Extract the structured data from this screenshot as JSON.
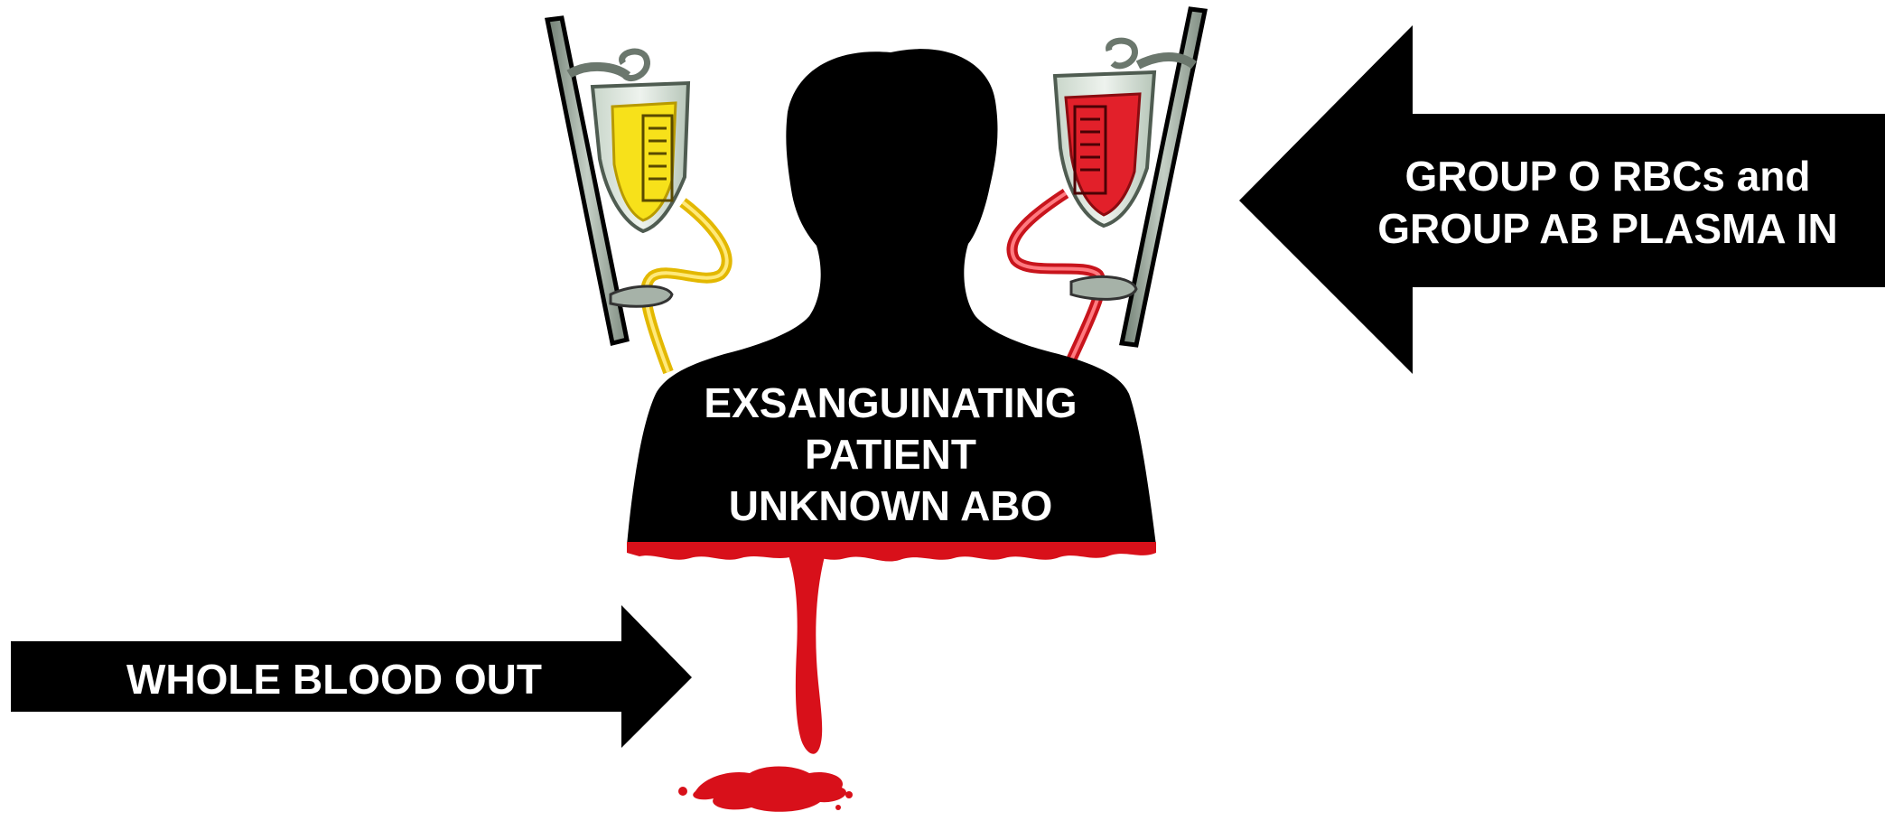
{
  "diagram": {
    "in_arrow": {
      "line1": "GROUP O RBCs and",
      "line2": "GROUP AB PLASMA IN"
    },
    "patient": {
      "line1": "EXSANGUINATING",
      "line2": "PATIENT",
      "line3": "UNKNOWN ABO"
    },
    "out_arrow": {
      "label": "WHOLE BLOOD OUT"
    },
    "colors": {
      "arrow": "#000000",
      "silhouette": "#000000",
      "blood": "#d8101a",
      "plasma_bag": "#f7e11a",
      "rbc_bag": "#e2202a",
      "iv_pole": "#9aa79c",
      "label_text": "#ffffff"
    }
  }
}
